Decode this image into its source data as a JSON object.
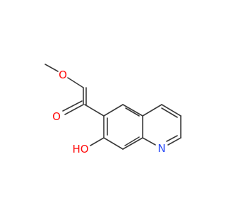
{
  "molecule": {
    "atoms": [
      {
        "symbol": "O",
        "color": "#ff0d0d"
      },
      {
        "symbol": "O",
        "color": "#ff0d0d"
      },
      {
        "symbol": "HO",
        "color": "#ff0d0d"
      },
      {
        "symbol": "N",
        "color": "#3050f8"
      }
    ],
    "bond_color": "#3a3a3a"
  }
}
